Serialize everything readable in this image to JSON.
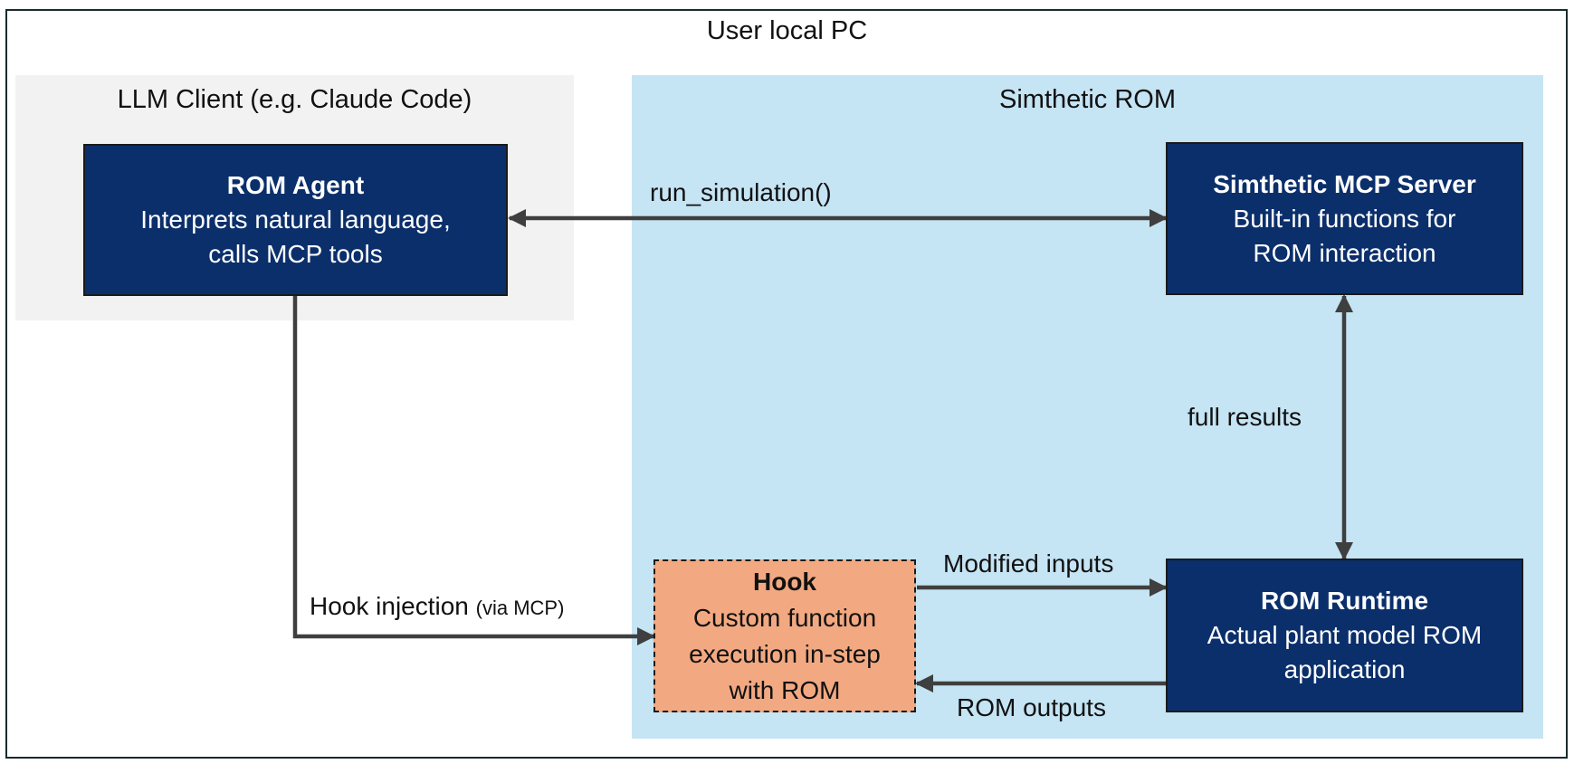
{
  "regions": {
    "outer_title": "User local PC",
    "client_title": "LLM Client (e.g. Claude Code)",
    "rom_title": "Simthetic ROM"
  },
  "nodes": {
    "rom_agent": {
      "title": "ROM Agent",
      "line1": "Interprets natural language,",
      "line2": "calls MCP tools"
    },
    "mcp_server": {
      "title": "Simthetic MCP Server",
      "line1": "Built-in functions for",
      "line2": "ROM interaction"
    },
    "rom_runtime": {
      "title": "ROM Runtime",
      "line1": "Actual plant model ROM",
      "line2": "application"
    },
    "hook": {
      "title": "Hook",
      "line1": "Custom function",
      "line2": "execution in-step",
      "line3": "with ROM"
    }
  },
  "edges": {
    "run_simulation": "run_simulation()",
    "full_results": "full results",
    "modified_inputs": "Modified inputs",
    "rom_outputs": "ROM outputs",
    "hook_injection": "Hook injection",
    "hook_injection_note": "(via MCP)"
  },
  "colors": {
    "node_fill": "#0b2f6b",
    "hook_fill": "#f2a982",
    "rom_region": "#c5e4f4",
    "client_region": "#f2f2f2",
    "arrow": "#3f3f3f"
  }
}
